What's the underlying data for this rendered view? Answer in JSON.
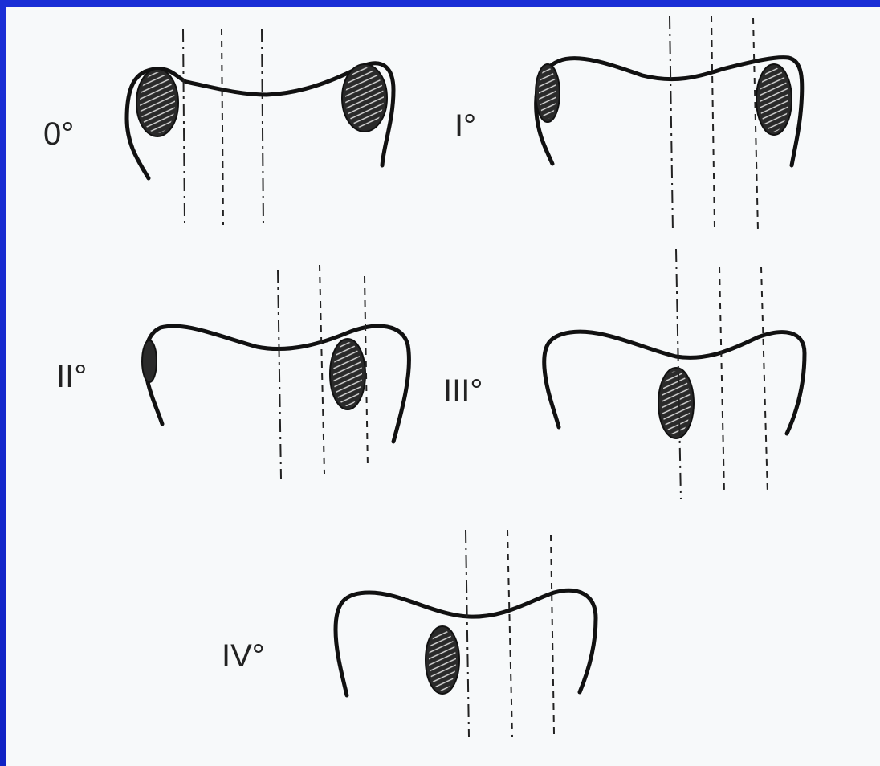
{
  "figure": {
    "background_color": "#1a2fd6",
    "panel_color": "#f7f9fa",
    "line_color": "#111111",
    "grades": [
      {
        "id": "grade-0",
        "label": "0°"
      },
      {
        "id": "grade-1",
        "label": "I°"
      },
      {
        "id": "grade-2",
        "label": "II°"
      },
      {
        "id": "grade-3",
        "label": "III°"
      },
      {
        "id": "grade-4",
        "label": "IV°"
      }
    ]
  }
}
